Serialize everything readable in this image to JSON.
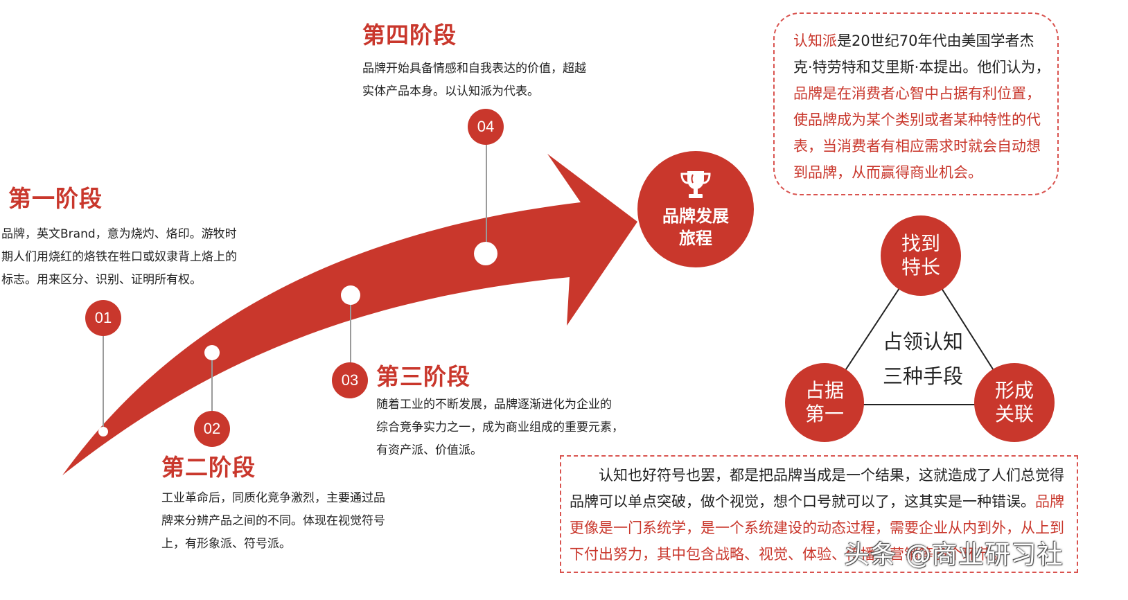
{
  "stages": [
    {
      "num": "01",
      "title": "第一阶段",
      "lines": [
        "品牌，英文Brand，意为烧灼、烙印。游牧时",
        "期人们用烧红的烙铁在牲口或奴隶背上烙上的",
        "标志。用来区分、识别、证明所有权。"
      ]
    },
    {
      "num": "02",
      "title": "第二阶段",
      "lines": [
        "工业革命后，同质化竞争激烈，主要通过品",
        "牌来分辨产品之间的不同。体现在视觉符号",
        "上，有形象派、符号派。"
      ]
    },
    {
      "num": "03",
      "title": "第三阶段",
      "lines": [
        "随着工业的不断发展，品牌逐渐进化为企业的",
        "综合竞争实力之一，成为商业组成的重要元素，",
        "有资产派、价值派。"
      ]
    },
    {
      "num": "04",
      "title": "第四阶段",
      "lines": [
        "品牌开始具备情感和自我表达的价值，超越",
        "实体产品本身。以认知派为代表。"
      ]
    }
  ],
  "journey": {
    "line1": "品牌发展",
    "line2": "旅程",
    "icon": "trophy-icon"
  },
  "box1": {
    "lines": [
      [
        {
          "t": "认知派",
          "red": true
        },
        {
          "t": "是20世纪70年代由美国学者杰",
          "red": false
        }
      ],
      [
        {
          "t": "克·特劳特和艾里斯·本提出。他们认为，",
          "red": false
        }
      ],
      [
        {
          "t": "品牌是在消费者心智中占据有利位置，",
          "red": true
        }
      ],
      [
        {
          "t": "使品牌成为某个类别或者某种特性的代",
          "red": true
        }
      ],
      [
        {
          "t": "表，当消费者有相应需求时就会自动想",
          "red": true
        }
      ],
      [
        {
          "t": "到品牌，从而赢得商业机会。",
          "red": true
        }
      ]
    ]
  },
  "triangle": {
    "center_line1": "占领认知",
    "center_line2": "三种手段",
    "top": [
      "找到",
      "特长"
    ],
    "left": [
      "占据",
      "第一"
    ],
    "right": [
      "形成",
      "关联"
    ]
  },
  "box2": {
    "lines": [
      [
        {
          "t": "　　认知也好符号也罢，都是把品牌当成是一个结果，这就造成了人们总觉得",
          "red": false
        }
      ],
      [
        {
          "t": "品牌可以单点突破，做个视觉，想个口号就可以了，这其实是一种错误。",
          "red": false
        },
        {
          "t": "品牌",
          "red": true
        }
      ],
      [
        {
          "t": "更像是一门系统学，是一个系统建设的动态过程，需要企业从内到外，从上到",
          "red": true
        }
      ],
      [
        {
          "t": "下付出努力，其中包含战略、视觉、体验、传播、营销等多个环节。",
          "red": true
        }
      ]
    ]
  },
  "watermark": "头条 @商业研习社",
  "colors": {
    "accent": "#c9372c",
    "dashed": "#d9534f"
  }
}
